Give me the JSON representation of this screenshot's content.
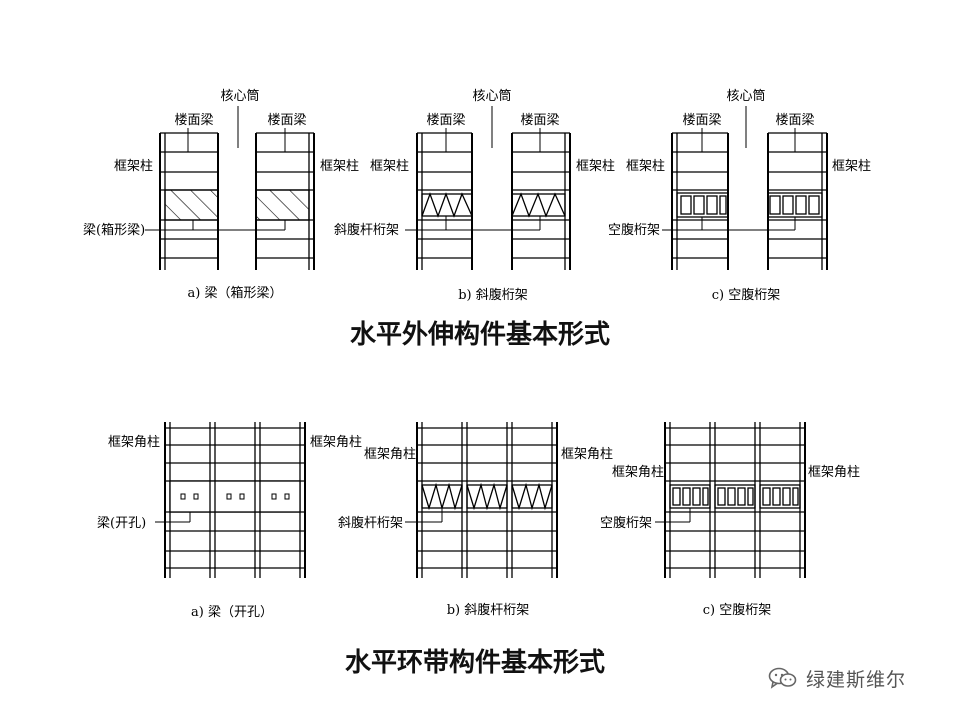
{
  "top": {
    "title": "水平外伸构件基本形式",
    "panels": [
      {
        "core": "核心筒",
        "floor_beam_left": "楼面梁",
        "floor_beam_right": "楼面梁",
        "column_left": "框架柱",
        "column_right": "框架柱",
        "member": "梁(箱形梁)",
        "caption": "a) 梁（箱形梁）"
      },
      {
        "core": "核心筒",
        "floor_beam_left": "楼面梁",
        "floor_beam_right": "楼面梁",
        "column_left": "框架柱",
        "column_right": "框架柱",
        "member": "斜腹杆桁架",
        "caption": "b) 斜腹桁架"
      },
      {
        "core": "核心筒",
        "floor_beam_left": "楼面梁",
        "floor_beam_right": "楼面梁",
        "column_left": "框架柱",
        "column_right": "框架柱",
        "member": "空腹桁架",
        "caption": "c) 空腹桁架"
      }
    ]
  },
  "bottom": {
    "title": "水平环带构件基本形式",
    "panels": [
      {
        "column_left": "框架角柱",
        "column_right": "框架角柱",
        "member": "梁(开孔)",
        "caption": "a) 梁（开孔）"
      },
      {
        "column_left": "框架角柱",
        "column_right": "框架角柱",
        "member": "斜腹杆桁架",
        "caption": "b) 斜腹杆桁架"
      },
      {
        "column_left": "框架角柱",
        "column_right": "框架角柱",
        "member": "空腹桁架",
        "caption": "c) 空腹桁架"
      }
    ]
  },
  "watermark": {
    "text": "绿建斯维尔",
    "icon": "wechat-icon"
  }
}
